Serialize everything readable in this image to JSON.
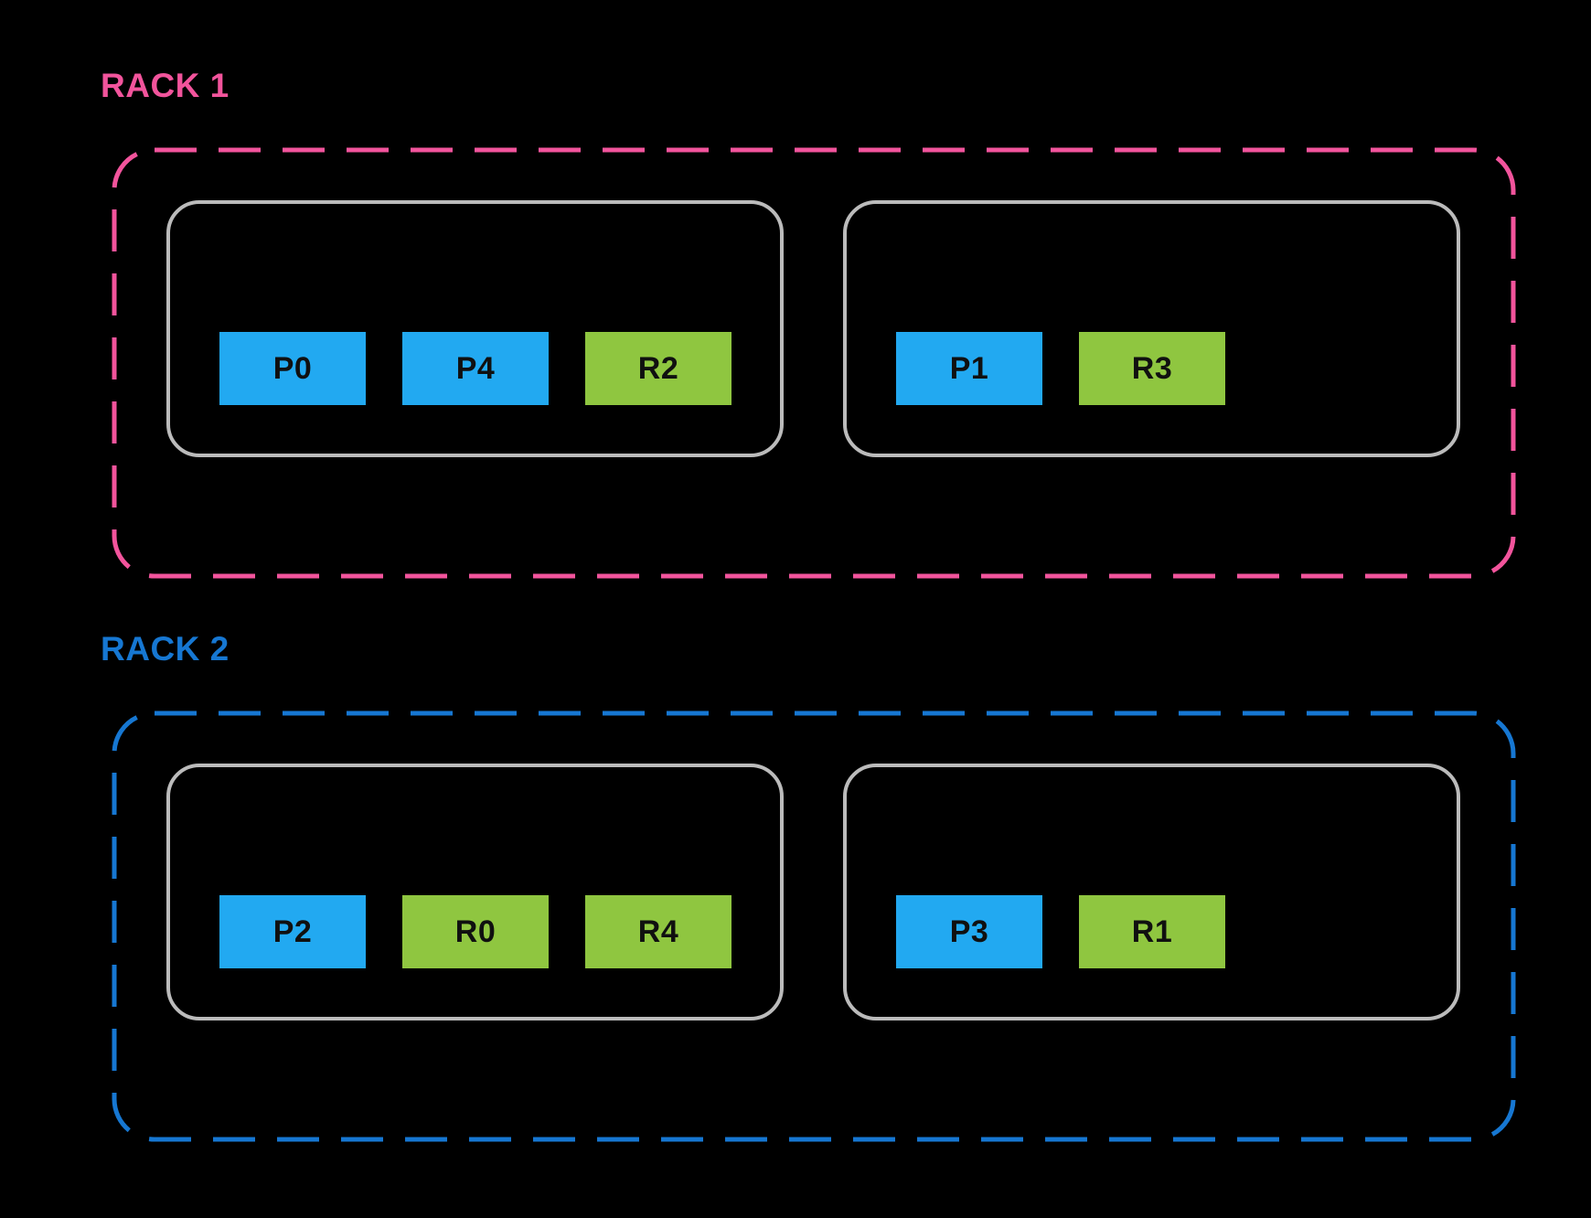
{
  "diagram": {
    "background": "#000000",
    "palette": {
      "chip_blue": "#22A9F1",
      "chip_green": "#8FC640",
      "host_border": "#BBBBBB",
      "chip_text": "#101010",
      "rack1_pink": "#F2549C",
      "rack2_blue": "#1677D2"
    },
    "racks": [
      {
        "label": "RACK 1",
        "color": "#F2549C",
        "hosts": [
          {
            "chips": [
              {
                "label": "P0",
                "color": "#22A9F1"
              },
              {
                "label": "P4",
                "color": "#22A9F1"
              },
              {
                "label": "R2",
                "color": "#8FC640"
              }
            ]
          },
          {
            "chips": [
              {
                "label": "P1",
                "color": "#22A9F1"
              },
              {
                "label": "R3",
                "color": "#8FC640"
              }
            ]
          }
        ]
      },
      {
        "label": "RACK 2",
        "color": "#1677D2",
        "hosts": [
          {
            "chips": [
              {
                "label": "P2",
                "color": "#22A9F1"
              },
              {
                "label": "R0",
                "color": "#8FC640"
              },
              {
                "label": "R4",
                "color": "#8FC640"
              }
            ]
          },
          {
            "chips": [
              {
                "label": "P3",
                "color": "#22A9F1"
              },
              {
                "label": "R1",
                "color": "#8FC640"
              }
            ]
          }
        ]
      }
    ]
  }
}
